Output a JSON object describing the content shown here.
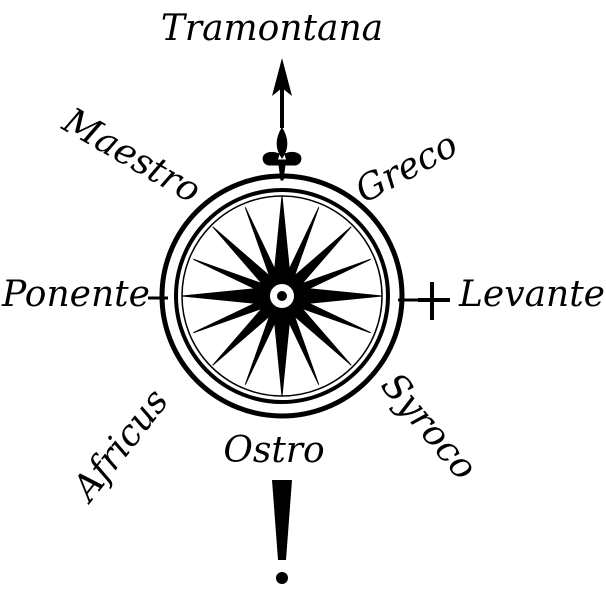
{
  "winds": {
    "north": "Tramontana",
    "northeast": "Greco",
    "east": "Levante",
    "southeast": "Syroco",
    "south": "Ostro",
    "southwest": "Africus",
    "west": "Ponente",
    "northwest": "Maestro"
  },
  "colors": {
    "ink": "#000000",
    "paper": "#ffffff"
  },
  "icons": {
    "north": "fleur-de-lis-icon",
    "east": "cross-icon"
  }
}
